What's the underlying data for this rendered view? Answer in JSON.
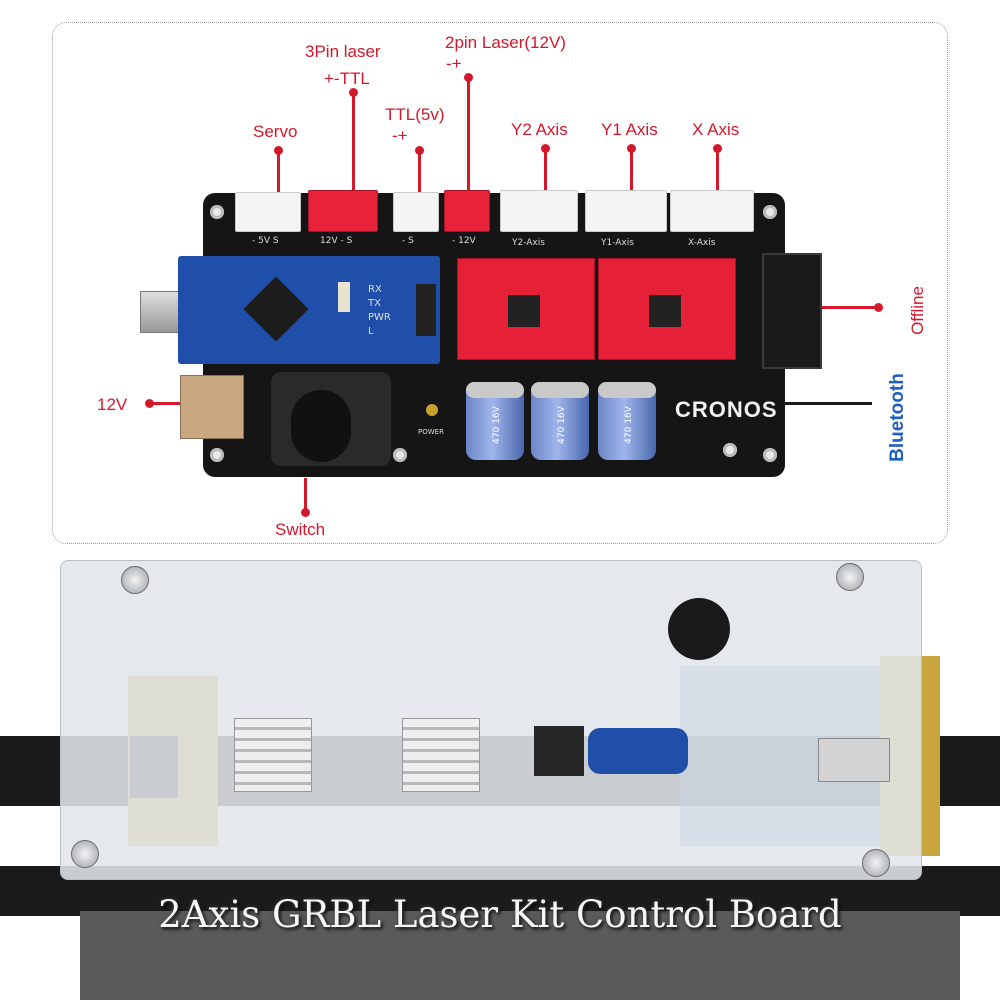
{
  "labels": {
    "three_pin_laser_1": "3Pin laser",
    "three_pin_laser_2": "+-TTL",
    "two_pin_laser_1": "2pin Laser(12V)",
    "two_pin_laser_2": "-+",
    "servo": "Servo",
    "ttl_1": "TTL(5v)",
    "ttl_2": "-+",
    "y2_axis": "Y2 Axis",
    "y1_axis": "Y1 Axis",
    "x_axis": "X Axis",
    "offline": "Offline",
    "bluetooth": "Bluetooth",
    "power_12v": "12V",
    "switch": "Switch"
  },
  "board": {
    "brand": "CRONOS",
    "silk_servo": "- 5V S",
    "silk_laser3": "12V - S",
    "silk_ttl": "- S",
    "silk_laser2": "- 12V",
    "silk_y2": "Y2-Axis",
    "silk_y1": "Y1-Axis",
    "silk_x": "X-Axis",
    "power_label": "POWER",
    "cap_text": "470 16V",
    "led_labels": [
      "RX",
      "TX",
      "PWR",
      "L"
    ]
  },
  "caption": "2Axis GRBL Laser Kit Control Board",
  "colors": {
    "annotation_red": "#d4182b",
    "bluetooth_blue": "#1f5fbf"
  }
}
